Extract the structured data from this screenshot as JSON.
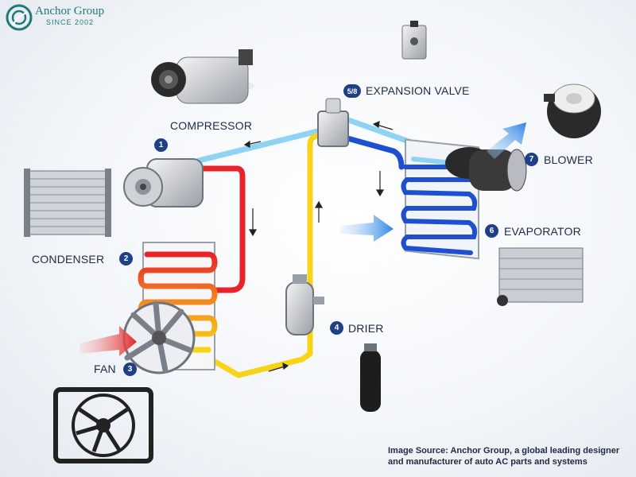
{
  "brand": {
    "name": "Anchor Group",
    "tagline": "SINCE 2002",
    "logo_icon": "spiral-leaf-logo",
    "color": "#1f7a78"
  },
  "components": [
    {
      "number": "1",
      "label": "COMPRESSOR"
    },
    {
      "number": "2",
      "label": "CONDENSER"
    },
    {
      "number": "3",
      "label": "FAN"
    },
    {
      "number": "4",
      "label": "DRIER"
    },
    {
      "number": "5/8",
      "label": "EXPANSION VALVE"
    },
    {
      "number": "6",
      "label": "EVAPORATOR"
    },
    {
      "number": "7",
      "label": "BLOWER"
    }
  ],
  "caption": {
    "line1": "Image Source: Anchor Group, a global leading designer",
    "line2": "and manufacturer of auto AC parts and systems"
  },
  "colors": {
    "badge": "#1f3f86",
    "low_pressure_gas": "#8fd3f4",
    "high_pressure_gas": "#e8232a",
    "high_pressure_liquid": "#f7d417",
    "low_pressure_liquid": "#1f4fd1",
    "airflow_hot": "#e03030",
    "airflow_cold": "#3a8fe8"
  }
}
